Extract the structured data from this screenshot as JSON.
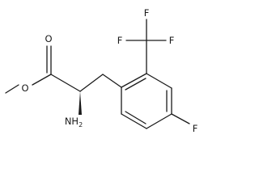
{
  "molecule": {
    "atoms": {
      "ring_fluorine": "F",
      "cf3_fluorine_top": "F",
      "cf3_fluorine_left": "F",
      "cf3_fluorine_right": "F",
      "carbonyl_oxygen": "O",
      "ester_oxygen": "O",
      "amine_nitrogen": "NH",
      "amine_subscript": "2"
    },
    "colors": {
      "line": "#1a1a1a",
      "background": "#ffffff"
    }
  }
}
